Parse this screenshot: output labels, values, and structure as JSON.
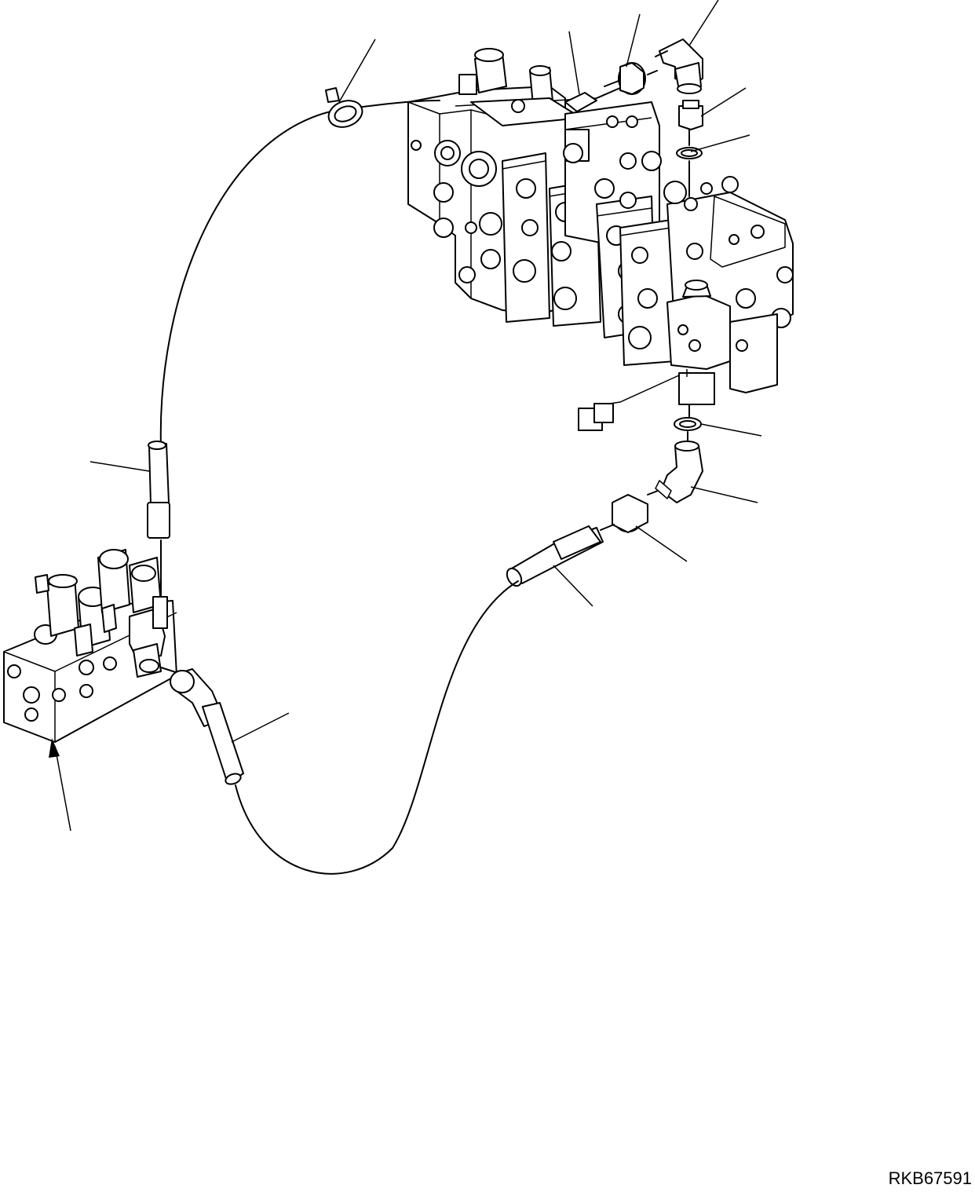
{
  "drawing": {
    "code": "RKB67591",
    "components": [
      "main-control-valve",
      "solenoid-valve-block",
      "hose-upper",
      "hose-lower",
      "hose-clamp",
      "elbow-upper",
      "elbow-lower",
      "adapter-upper",
      "adapter-lower",
      "connector-upper",
      "o-ring-upper",
      "o-ring-lower",
      "wire-harness-connector"
    ],
    "icons": [
      "leader-line",
      "reference-arrow"
    ]
  }
}
